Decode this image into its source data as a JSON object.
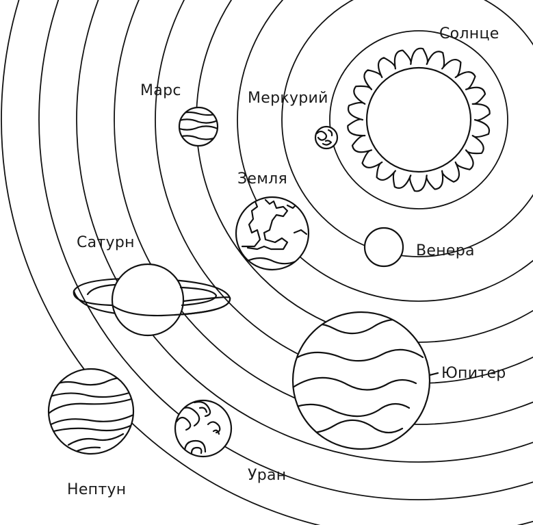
{
  "colors": {
    "ink": "#111111",
    "paper": "#ffffff"
  },
  "labels": {
    "sun": "Солнце",
    "mercury": "Меркурий",
    "venus": "Венера",
    "earth": "Земля",
    "mars": "Марс",
    "jupiter": "Юпитер",
    "saturn": "Сатурн",
    "uranus": "Уран",
    "neptune": "Нептун"
  }
}
